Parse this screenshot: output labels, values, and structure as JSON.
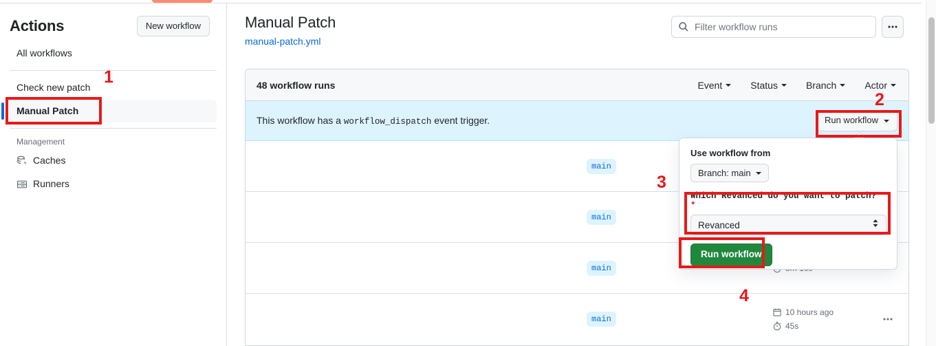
{
  "sidebar": {
    "title": "Actions",
    "new_workflow_label": "New workflow",
    "items": [
      {
        "label": "All workflows",
        "icon": "",
        "selected": false
      },
      {
        "label": "Check new patch",
        "icon": "",
        "selected": false
      },
      {
        "label": "Manual Patch",
        "icon": "",
        "selected": true
      }
    ],
    "group_label": "Management",
    "management_items": [
      {
        "label": "Caches",
        "icon": "cache-icon"
      },
      {
        "label": "Runners",
        "icon": "server-icon"
      }
    ]
  },
  "header": {
    "title": "Manual Patch",
    "workflow_file": "manual-patch.yml"
  },
  "search": {
    "placeholder": "Filter workflow runs",
    "value": "",
    "icon": "search-icon",
    "kebab_icon": "kebab-horizontal-icon"
  },
  "runs": {
    "count_label": "48 workflow runs",
    "filters": [
      {
        "label": "Event"
      },
      {
        "label": "Status"
      },
      {
        "label": "Branch"
      },
      {
        "label": "Actor"
      }
    ],
    "dispatch_banner": {
      "text_before": "This workflow has a",
      "event_name": "workflow_dispatch",
      "text_after": "event trigger.",
      "run_button_label": "Run workflow"
    },
    "rows": [
      {
        "branch": "main",
        "date": "",
        "duration": ""
      },
      {
        "branch": "main",
        "date": "",
        "duration": ""
      },
      {
        "branch": "main",
        "date": "",
        "duration": "3m 16s"
      },
      {
        "branch": "main",
        "date": "10 hours ago",
        "duration": "45s"
      }
    ]
  },
  "dispatch_panel": {
    "use_workflow_from_label": "Use workflow from",
    "branch_button_label": "Branch: main",
    "input_question": "Which Revanced do you want to patch?",
    "required_marker": "*",
    "select_value": "Revanced",
    "submit_label": "Run workflow"
  },
  "annotations": {
    "numbers": [
      "1",
      "2",
      "3",
      "4"
    ],
    "color": "#e8191a"
  }
}
